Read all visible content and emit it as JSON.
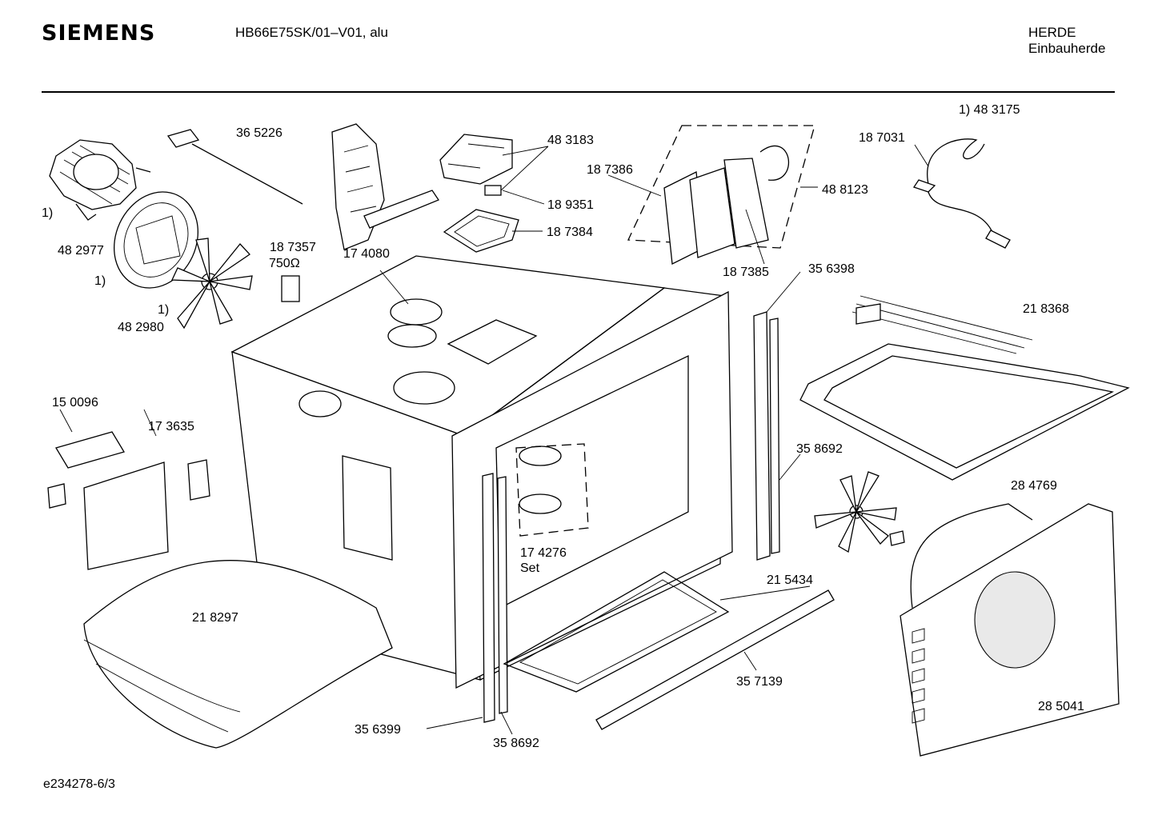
{
  "header": {
    "brand": "SIEMENS",
    "model": "HB66E75SK/01–V01, alu",
    "category": "HERDE",
    "subcategory": "Einbauherde"
  },
  "footer": {
    "document_id": "e234278-6/3"
  },
  "parts": [
    {
      "id": "p365226",
      "text": "36 5226"
    },
    {
      "id": "p483183",
      "text": "48 3183"
    },
    {
      "id": "p1ref483175",
      "text": "1) 48 3175"
    },
    {
      "id": "p187031",
      "text": "18 7031"
    },
    {
      "id": "p187386",
      "text": "18 7386"
    },
    {
      "id": "p189351",
      "text": "18 9351"
    },
    {
      "id": "p488123",
      "text": "48 8123"
    },
    {
      "id": "p187384",
      "text": "18 7384"
    },
    {
      "id": "p482977",
      "text": "48 2977"
    },
    {
      "id": "p187357",
      "text": "18 7357"
    },
    {
      "id": "p750ohm",
      "text": "750Ω"
    },
    {
      "id": "p174080",
      "text": "17 4080"
    },
    {
      "id": "p187385",
      "text": "18 7385"
    },
    {
      "id": "p356398",
      "text": "35 6398"
    },
    {
      "id": "p482980",
      "text": "48 2980"
    },
    {
      "id": "p218368",
      "text": "21 8368"
    },
    {
      "id": "p150096",
      "text": "15 0096"
    },
    {
      "id": "p173635",
      "text": "17 3635"
    },
    {
      "id": "p358692a",
      "text": "35 8692"
    },
    {
      "id": "p284769",
      "text": "28 4769"
    },
    {
      "id": "p174276",
      "text": "17 4276"
    },
    {
      "id": "pset",
      "text": "Set"
    },
    {
      "id": "p215434",
      "text": "21 5434"
    },
    {
      "id": "p218297",
      "text": "21 8297"
    },
    {
      "id": "p357139",
      "text": "35 7139"
    },
    {
      "id": "p285041",
      "text": "28 5041"
    },
    {
      "id": "p356399",
      "text": "35 6399"
    },
    {
      "id": "p358692b",
      "text": "35 8692"
    },
    {
      "id": "fn1a",
      "text": "1)"
    },
    {
      "id": "fn1b",
      "text": "1)"
    },
    {
      "id": "fn1c",
      "text": "1)"
    }
  ]
}
